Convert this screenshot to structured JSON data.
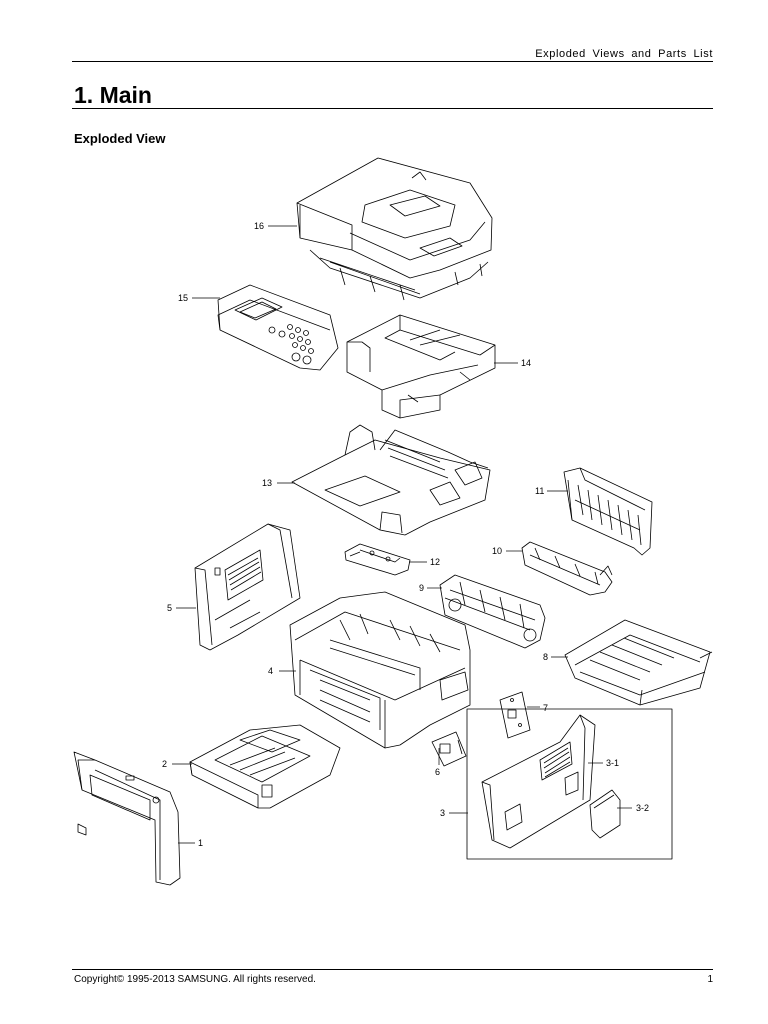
{
  "header": {
    "running_title": "Exploded Views and Parts List"
  },
  "section": {
    "title": "1.  Main"
  },
  "subsection": {
    "title": "Exploded View"
  },
  "callouts": {
    "c1": "1",
    "c2": "2",
    "c3": "3",
    "c3_1": "3-1",
    "c3_2": "3-2",
    "c4": "4",
    "c5": "5",
    "c6": "6",
    "c7": "7",
    "c8": "8",
    "c9": "9",
    "c10": "10",
    "c11": "11",
    "c12": "12",
    "c13": "13",
    "c14": "14",
    "c15": "15",
    "c16": "16"
  },
  "footer": {
    "copyright": "Copyright© 1995-2013 SAMSUNG. All rights reserved.",
    "page_number": "1"
  }
}
